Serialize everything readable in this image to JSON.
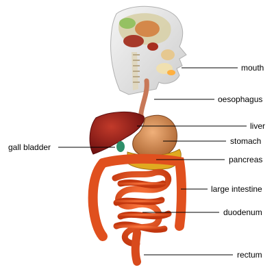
{
  "labels": {
    "mouth": "mouth",
    "oesophagus": "oesophagus",
    "liver": "liver",
    "gall_bladder": "gall bladder",
    "stomach": "stomach",
    "pancreas": "pancreas",
    "large_intestine": "large intestine",
    "duodenum": "duodenum",
    "rectum": "rectum"
  },
  "colors": {
    "label_text": "#000000",
    "leader_line": "#000000",
    "liver": "#8b1a1a",
    "stomach": "#c98a4a",
    "pancreas": "#d9a020",
    "intestine": "#e0501e",
    "skin_translucent": "#dcdcdc"
  }
}
